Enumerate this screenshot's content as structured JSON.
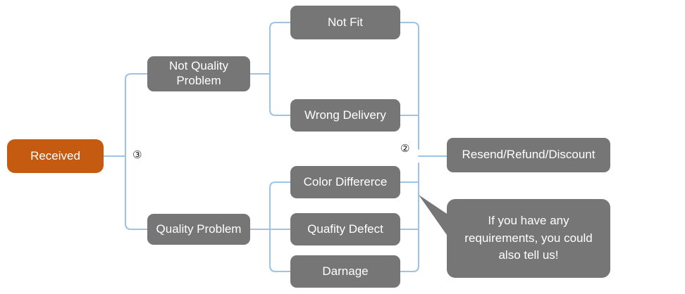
{
  "diagram": {
    "type": "flowchart",
    "title_text": "",
    "colors": {
      "root_fill": "#C55A11",
      "node_fill": "#767676",
      "connector": "#9DC3E6",
      "node_text": "#FFFFFF",
      "marker_text": "#262626",
      "background": "#FFFFFF"
    },
    "root": {
      "label": "Received"
    },
    "branches": [
      {
        "label_line1": "Not Quality",
        "label_line2": "Problem",
        "children": [
          {
            "label": "Not Fit"
          },
          {
            "label": "Wrong Delivery"
          }
        ]
      },
      {
        "label_line1": "Quality Problem",
        "label_line2": "",
        "children": [
          {
            "label": "Color Differerce"
          },
          {
            "label": "Quafity Defect"
          },
          {
            "label": "Darnage"
          }
        ]
      }
    ],
    "outcome": {
      "label": "Resend/Refund/Discount"
    },
    "callout": {
      "line1": "If you have any",
      "line2": "requirements, you could",
      "line3": "also tell us!"
    },
    "markers": [
      {
        "name": "marker-three",
        "label": "③"
      },
      {
        "name": "marker-two",
        "label": "②"
      }
    ]
  }
}
